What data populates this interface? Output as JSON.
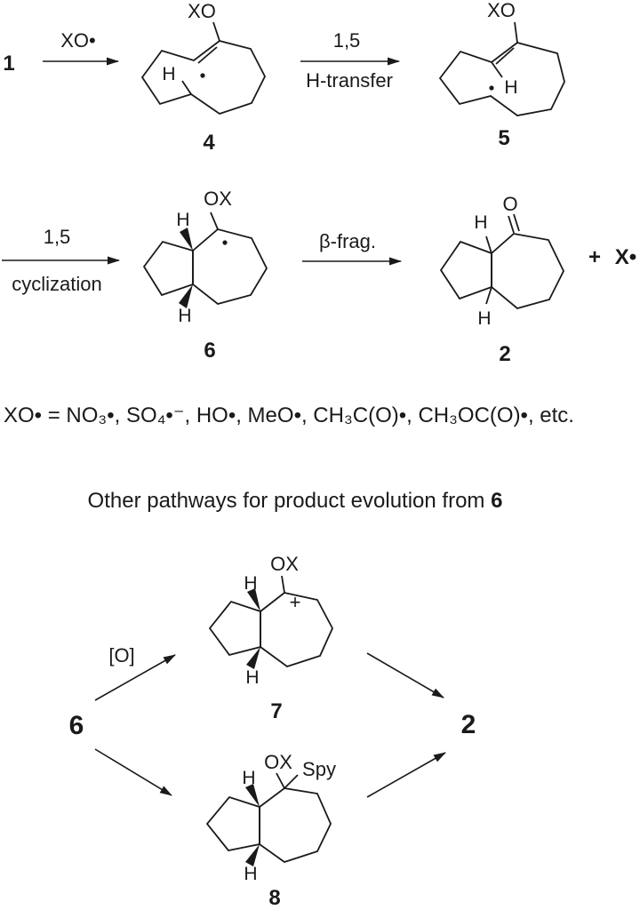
{
  "top_scheme": {
    "reactant": "1",
    "step1_label": "XO•",
    "s4": {
      "ox": "XO",
      "h": "H",
      "num": "4"
    },
    "step2_above": "1,5",
    "step2_below": "H-transfer",
    "s5": {
      "ox": "XO",
      "h": "H",
      "num": "5"
    },
    "step3_above": "1,5",
    "step3_below": "cyclization",
    "s6": {
      "ox": "OX",
      "h_top": "H",
      "h_bot": "H",
      "num": "6"
    },
    "step4_above": "β-frag.",
    "s2": {
      "o": "O",
      "h_top": "H",
      "h_bot": "H",
      "num": "2"
    },
    "plus": "+",
    "byproduct": "X•"
  },
  "radical_definition": "XO• = NO₃•, SO₄•⁻, HO•, MeO•, CH₃C(O)•, CH₃OC(O)•, etc.",
  "bottom_scheme": {
    "title_main": "Other pathways for product evolution from ",
    "title_ref": "6",
    "start_num": "6",
    "oxidant_label": "[O]",
    "s7": {
      "ox": "OX",
      "plus": "+",
      "h_top": "H",
      "h_bot": "H",
      "num": "7"
    },
    "s8": {
      "ox": "OX",
      "spy": "Spy",
      "h_top": "H",
      "h_bot": "H",
      "num": "8"
    },
    "product_num": "2"
  },
  "colors": {
    "ink": "#1a1a1a",
    "background": "#ffffff"
  }
}
